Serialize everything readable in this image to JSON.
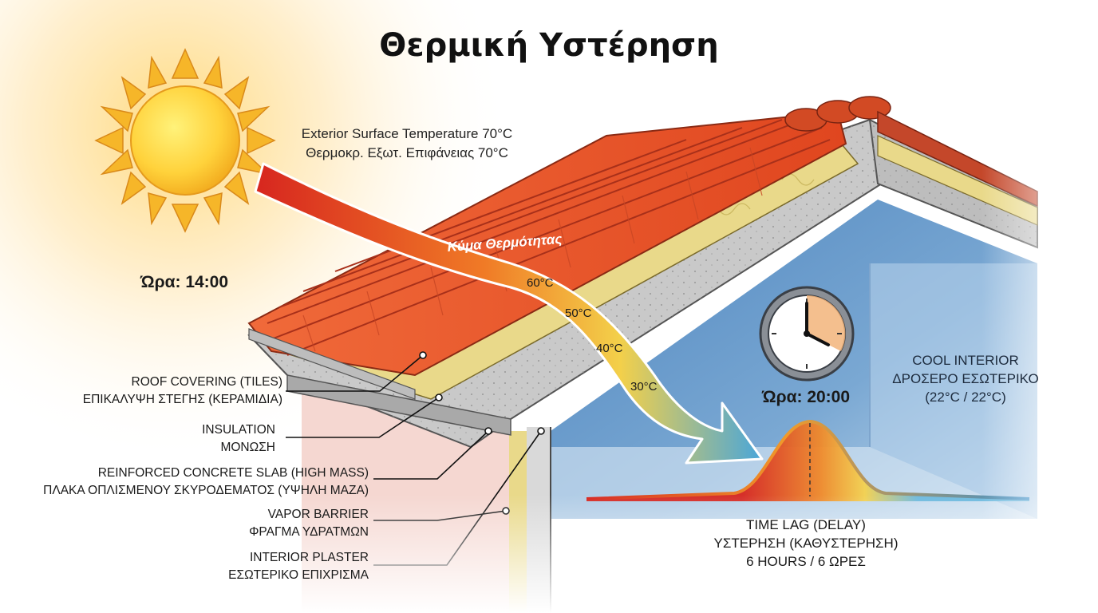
{
  "title": "Θερμική Υστέρηση",
  "exterior_temp": {
    "line1": "Exterior Surface Temperature 70°C",
    "line2": "Θερμοκρ. Εξωτ. Επιφάνειας 70°C"
  },
  "time_day": "Ώρα: 14:00",
  "time_night": "Ώρα: 20:00",
  "heat_wave_label": "Κύμα Θερμότητας",
  "wave_temperatures": [
    "60°C",
    "50°C",
    "40°C",
    "30°C"
  ],
  "cool_interior": {
    "line1": "COOL INTERIOR",
    "line2": "ΔΡΟΣΕΡΟ ΕΣΩΤΕΡΙΚΟ",
    "line3": "(22°C / 22°C)"
  },
  "time_lag": {
    "line1": "TIME LAG (DELAY)",
    "line2": "ΥΣΤΕΡΗΣΗ (ΚΑΘΥΣΤΕΡΗΣΗ)",
    "line3": "6 HOURS / 6 ΩΡΕΣ"
  },
  "layers": [
    {
      "en": "ROOF COVERING (TILES)",
      "gr": "ΕΠΙΚΑΛΥΨΗ ΣΤΕΓΗΣ (ΚΕΡΑΜΙΔΙΑ)"
    },
    {
      "en": "INSULATION",
      "gr": "ΜΟΝΩΣΗ"
    },
    {
      "en": "REINFORCED CONCRETE SLAB (HIGH MASS)",
      "gr": "ΠΛΑΚΑ ΟΠΛΙΣΜΕΝΟΥ ΣΚΥΡΟΔΕΜΑΤΟΣ (ΥΨΗΛΗ ΜΑΖΑ)"
    },
    {
      "en": "VAPOR BARRIER",
      "gr": "ΦΡΑΓΜΑ ΥΔΡΑΤΜΩΝ"
    },
    {
      "en": "INTERIOR PLASTER",
      "gr": "ΕΣΩΤΕΡΙΚΟ ΕΠΙΧΡΙΣΜΑ"
    }
  ],
  "colors": {
    "tile": "#e8532c",
    "tile_dark": "#b8331a",
    "insulation": "#e9d98a",
    "concrete": "#c9c9c9",
    "interior_wall": "#5f93c7",
    "heat_hot": "#d7261f",
    "heat_cool": "#4aa6d9"
  }
}
